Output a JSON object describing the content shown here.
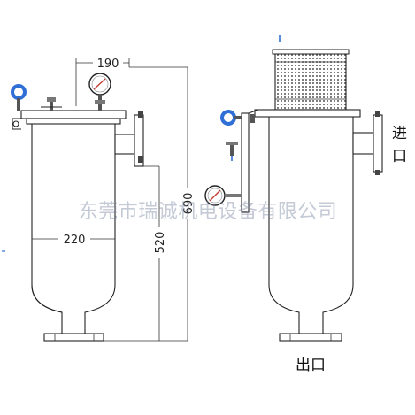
{
  "figure": {
    "dimensions": {
      "top_width": "190",
      "body_width": "220",
      "inlet_height": "520",
      "total_height": "690"
    },
    "labels": {
      "inlet": "进口",
      "outlet": "出口"
    },
    "watermark": "东莞市瑞诚机电设备有限公司",
    "colors": {
      "line": "#222222",
      "lifting_ring": "#2f6fd6",
      "handle": "#2f6fd6",
      "watermark": "#7c8aa3"
    },
    "icons": [
      "lifting-ring-icon",
      "pressure-gauge-icon",
      "valve-icon",
      "mesh-basket"
    ]
  }
}
